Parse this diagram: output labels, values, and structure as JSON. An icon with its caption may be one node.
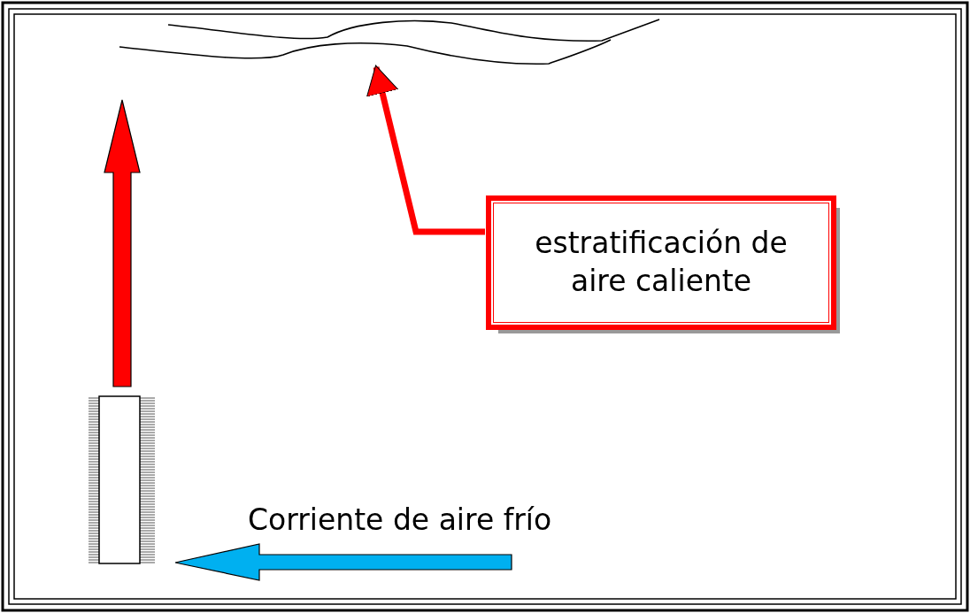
{
  "diagram": {
    "nodes": [
      {
        "text": [
          "estratificación de aire caliente"
        ]
      },
      {
        "text": [],
        "shape": "band"
      }
    ],
    "edges": [
      {
        "from": 0,
        "to": 1,
        "arrow": "to"
      }
    ],
    "labels": [
      "Corriente de aire frío"
    ]
  }
}
